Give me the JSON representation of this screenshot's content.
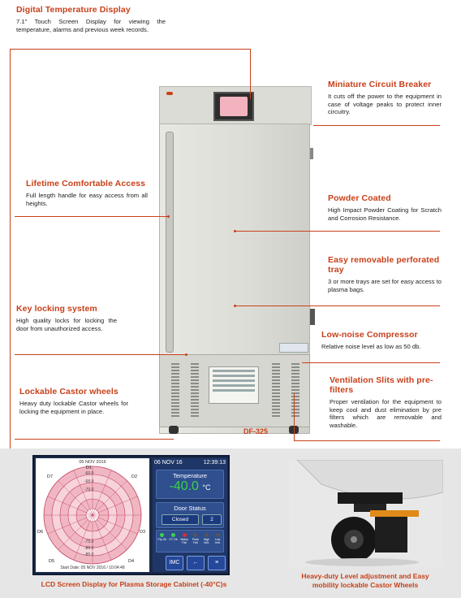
{
  "features": {
    "digital_display": {
      "title": "Digital Temperature Display",
      "text": "7.1\" Touch Screen Display for viewing the temperature, alarms and previous week records."
    },
    "circuit_breaker": {
      "title": "Miniature Circuit Breaker",
      "text": "It cuts off the power to the equipment in case of voltage peaks to protect inner circuitry."
    },
    "lifetime_access": {
      "title": "Lifetime Comfortable Access",
      "text": "Full length handle for easy access from all heights."
    },
    "powder_coated": {
      "title": "Powder Coated",
      "text": "High Impact Powder Coating for Scratch and Corrosion Resistance."
    },
    "removable_tray": {
      "title": "Easy removable perforated tray",
      "text": "3 or more trays are set for easy access to plasma bags."
    },
    "key_lock": {
      "title": "Key locking system",
      "text": "High quality locks for locking the door from unauthorized access."
    },
    "compressor": {
      "title": "Low-noise Compressor",
      "text": "Relative noise level as low as 50 db."
    },
    "castor": {
      "title": "Lockable Castor wheels",
      "text": "Heavy duty lockable Castor wheels for locking the equipment in place."
    },
    "ventilation": {
      "title": "Ventilation Slits with pre-filters",
      "text": "Proper ventilation for the equipment to keep cool and dust elimination by pre filters which are removable and washable."
    }
  },
  "model": "DF-325",
  "lcd": {
    "chart_date": "05 NOV 2016",
    "start_date": "Start Date: 05 NOV 2016 / 10:04:48",
    "day_labels": [
      "D7",
      "D1",
      "D2",
      "D6",
      "D3",
      "D5",
      "D4"
    ],
    "ring_labels": [
      "-60.0",
      "-65.0",
      "-70.0",
      "-75.0",
      "-80.0",
      "-85.0"
    ],
    "date": "06 NOV 16",
    "time": "12:39:13",
    "temperature_label": "Temperature",
    "temperature_value": "-40.0",
    "temperature_unit": "°C",
    "door_status_label": "Door Status",
    "door_status_value": "Closed",
    "door_count": "2",
    "indicators": [
      "Pty Ok",
      "CT Ok",
      "Mains Fail",
      "Peak Fail",
      "High Volt.",
      "Low Volt."
    ],
    "indicator_colors": [
      "#3bd24a",
      "#3bd24a",
      "#e02a2a",
      "#555555",
      "#555555",
      "#555555"
    ],
    "buttons": {
      "imc": "IMC",
      "back": "←",
      "menu": "≡"
    }
  },
  "captions": {
    "lcd": "LCD Screen Display for Plasma Storage Cabinet (-40°C)s",
    "castor": "Heavy-duty Level adjustment and Easy mobility lockable Castor Wheels"
  }
}
